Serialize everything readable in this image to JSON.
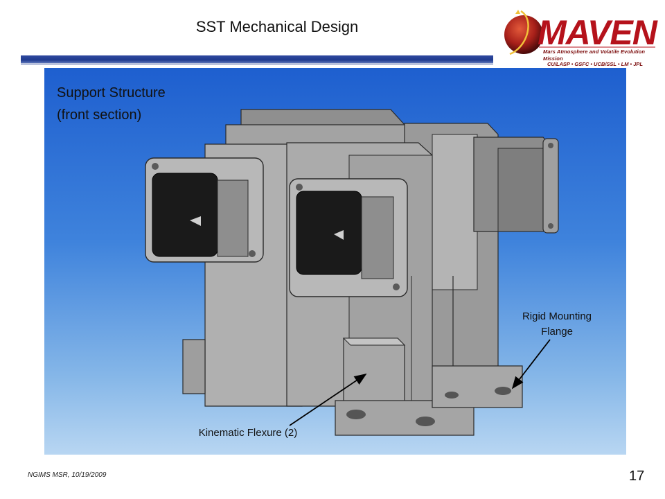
{
  "slide": {
    "title": "SST Mechanical Design",
    "footer": "NGIMS MSR, 10/19/2009",
    "page_number": "17"
  },
  "logo": {
    "wordmark": "MAVEN",
    "tagline": "Mars Atmosphere and Volatile Evolution Mission",
    "partners": "CU/LASP • GSFC • UCB/SSL • LM • JPL"
  },
  "figure": {
    "title_line1": "Support Structure",
    "title_line2": "(front section)",
    "callouts": {
      "flange_line1": "Rigid Mounting",
      "flange_line2": "Flange",
      "flexure": "Kinematic Flexure (2)"
    }
  },
  "colors": {
    "title_bar": "#1f3a8f",
    "logo_red": "#b5121b",
    "figure_bg_top": "#1e5fcf",
    "figure_bg_bottom": "#b8d6f2",
    "metal": "#a9a9a9"
  }
}
